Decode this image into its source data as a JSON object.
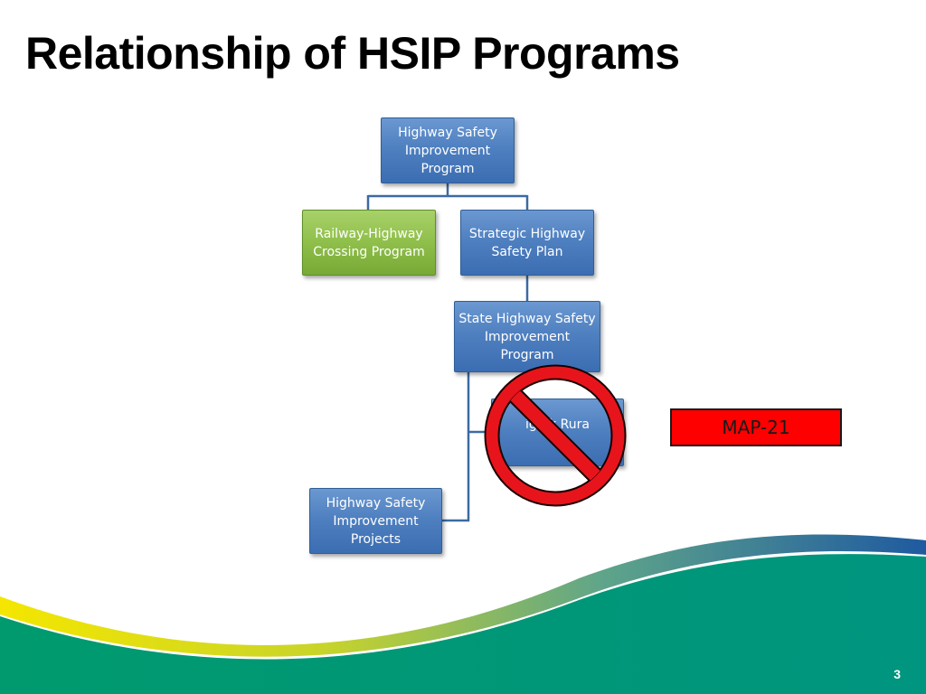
{
  "slide": {
    "title": "Relationship of HSIP Programs",
    "page_number": "3"
  },
  "diagram": {
    "nodes": {
      "hsip": [
        "Highway Safety",
        "Improvement",
        "Program"
      ],
      "railway": [
        "Railway-Highway",
        "Crossing Program"
      ],
      "shsp": [
        "Strategic Highway",
        "Safety Plan"
      ],
      "state_hsip": [
        "State Highway Safety",
        "Improvement",
        "Program"
      ],
      "hrrr_obscured": [
        "igh  k Rura",
        "R"
      ],
      "projects": [
        "Highway Safety",
        "Improvement",
        "Projects"
      ]
    },
    "callout": "MAP-21"
  },
  "colors": {
    "box_blue": "#4f80c0",
    "box_green": "#8fbf4a",
    "connector": "#3c6aa2",
    "prohibition_red": "#e8141c",
    "callout_red": "#ff0000",
    "footer_teal": "#00967a",
    "footer_yellow": "#f2e400",
    "footer_blue": "#1f5aa0"
  },
  "icons": {
    "prohibition": "no-symbol-icon"
  }
}
